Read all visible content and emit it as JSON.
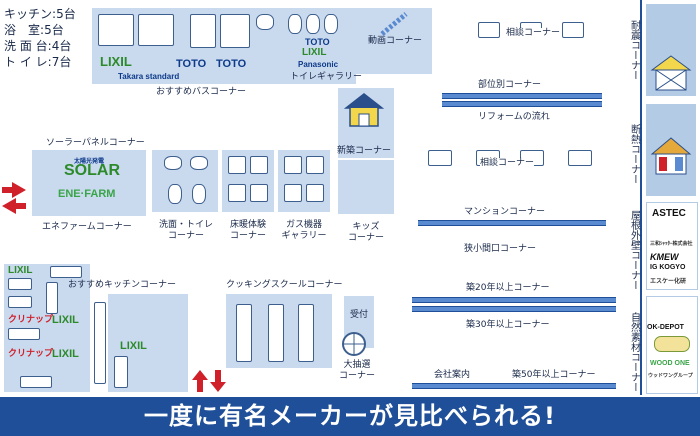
{
  "legend": {
    "rows": [
      {
        "name": "キッチン",
        "count": "5台"
      },
      {
        "name": "浴　室",
        "count": "5台"
      },
      {
        "name": "洗 面 台",
        "count": "4台"
      },
      {
        "name": "ト イ レ",
        "count": "7台"
      }
    ]
  },
  "brands": {
    "lixil": "LIXIL",
    "takara": "Takara standard",
    "toto": "TOTO",
    "panasonic": "Panasonic",
    "solar": "SOLAR",
    "solar_small": "太陽光発電",
    "enefarm": "ENE·FARM",
    "cleanup": "クリナップ",
    "astec": "ASTEC",
    "sanwa": "三和ｼｬｯﾀｰ株式会社",
    "kmew": "KMEW",
    "igkogyo": "IG KOGYO",
    "sk": "エスケー化研",
    "okdepot": "OK-DEPOT",
    "woodone": "WOOD ONE",
    "woodone_sub": "ウッドワングループ"
  },
  "labels": {
    "bath": "おすすめバスコーナー",
    "toilet_gallery": "トイレギャラリー",
    "video": "動画コーナー",
    "consult1": "相談コーナー",
    "parts": "部位別コーナー",
    "reform_flow": "リフォームの流れ",
    "consult2": "相談コーナー",
    "new_build": "新築コーナー",
    "solar_corner": "ソーラーパネルコーナー",
    "enefarm_corner": "エネファームコーナー",
    "washroom": "洗面・トイレ\nコーナー",
    "floor_heating": "床暖体験\nコーナー",
    "gas": "ガス機器\nギャラリー",
    "kids": "キッズ\nコーナー",
    "mansion": "マンションコーナー",
    "narrow": "狭小間口コーナー",
    "kitchen": "おすすめキッチンコーナー",
    "cooking": "クッキングスクールコーナー",
    "reception": "受付",
    "lottery": "大抽選\nコーナー",
    "y20": "築20年以上コーナー",
    "y30": "築30年以上コーナー",
    "company": "会社案内",
    "y50": "築50年以上コーナー",
    "quake": "耐震コーナー",
    "insulation": "断熱コーナー",
    "roof": "屋根外壁コーナー",
    "natural": "自然素材コーナー"
  },
  "slogan": "一度に有名メーカーが見比べられる!",
  "colors": {
    "accent_blue": "#1f4f98",
    "zone_blue": "#c9d9ee",
    "arrow_red": "#d0202a",
    "lixil_green": "#2d8a2a"
  }
}
